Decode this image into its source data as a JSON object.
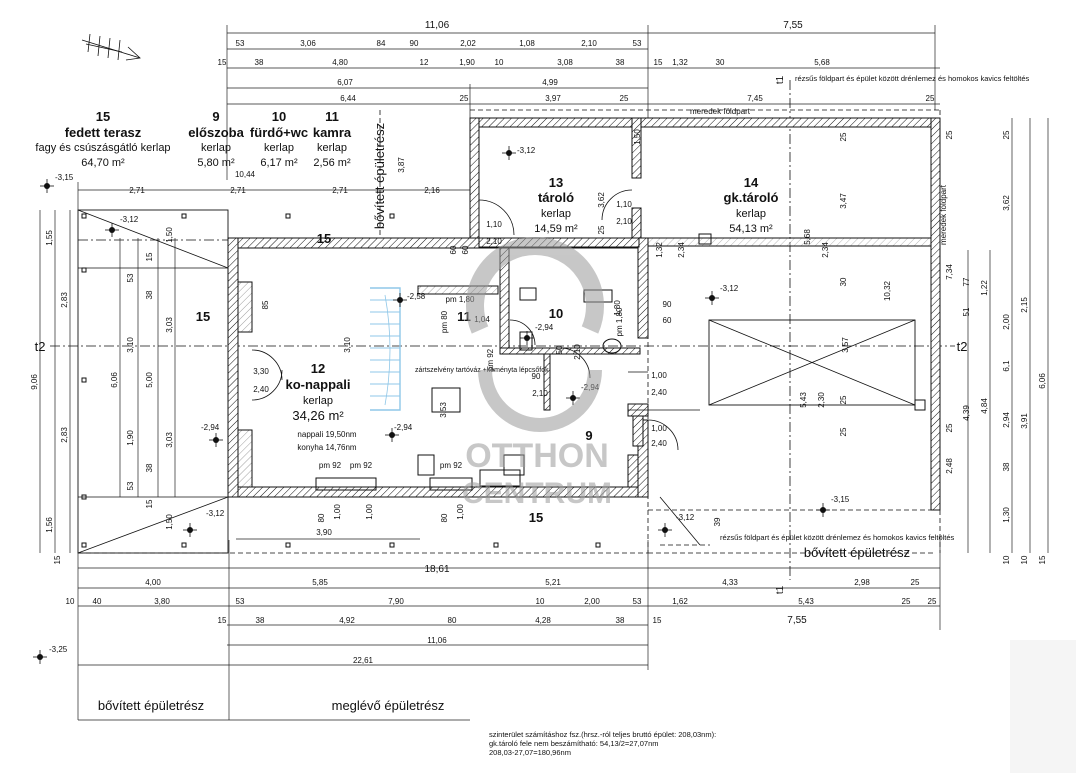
{
  "rooms": {
    "terasz": {
      "num": "15",
      "name": "fedett terasz",
      "finish": "fagy és csúszásgátló kerlap",
      "area": "64,70 m²"
    },
    "eloszoba": {
      "num": "9",
      "name": "előszoba",
      "finish": "kerlap",
      "area": "5,80 m²"
    },
    "furdo": {
      "num": "10",
      "name": "fürdő+wc",
      "finish": "kerlap",
      "area": "6,17 m²"
    },
    "kamra": {
      "num": "11",
      "name": "kamra",
      "finish": "kerlap",
      "area": "2,56 m²"
    },
    "tarolo": {
      "num": "13",
      "name": "tároló",
      "finish": "kerlap",
      "area": "14,59 m²"
    },
    "gktarolo": {
      "num": "14",
      "name": "gk.tároló",
      "finish": "kerlap",
      "area": "54,13 m²"
    },
    "nappali": {
      "num": "12",
      "name": "ko-nappali",
      "finish": "kerlap",
      "area": "34,26 m²",
      "sub1": "nappali 19,50nm",
      "sub2": "konyha 14,76nm"
    }
  },
  "plan_labels": {
    "r15a": "15",
    "r15b": "15",
    "r15c": "15",
    "r11": "11",
    "r10": "10",
    "r9": "9",
    "bovitett_vertical": "bővített épületrész",
    "bovitett_bottom_left": "bővített épületrész",
    "meglevo_bottom": "meglévő épületrész",
    "bovitett_bottom_right": "bővített épületrész",
    "meredek_top": "meredek földpart",
    "meredek_right": "meredek földpart",
    "rezsus_top": "rézsűs földpart és épület között drénlemez és homokos kavics feltöltés",
    "rezsus_bottom": "rézsűs földpart és épület között drénlemez és homokos kavics feltöltés",
    "lepcso": "zártszelvény tartóváz +kéményta lépcsőfok",
    "t1_top": "t1",
    "t1_bottom": "t1",
    "t2_left": "t2",
    "t2_right": "t2"
  },
  "levels": {
    "l315a": "-3,15",
    "l312a": "-3,12",
    "l312b": "-3,12",
    "l312c": "-3,12",
    "l312d": "-3,12",
    "l312e": "-3,12",
    "l294a": "-2,94",
    "l294b": "-2,94",
    "l294c": "-2,94",
    "l294d": "-2,94",
    "l258": "-2,58",
    "l315b": "-3,15",
    "l325": "-3,25"
  },
  "dims_top": {
    "total": "11,06",
    "right_total": "7,55",
    "row1": [
      "53",
      "3,06",
      "84",
      "90",
      "2,02",
      "1,08",
      "2,10",
      "53"
    ],
    "row2": [
      "15",
      "38",
      "4,80",
      "12",
      "1,90",
      "10",
      "3,08",
      "38",
      "15",
      "1,32",
      "30",
      "5,68"
    ],
    "row3a": "6,07",
    "row3b": "4,99",
    "row4": [
      "6,44",
      "25",
      "3,97",
      "25",
      "7,45",
      "25"
    ],
    "terrace": [
      "2,71",
      "2,71",
      "10,44",
      "2,71",
      "2,16"
    ]
  },
  "dims_bottom": {
    "row1": [
      "4,00",
      "5,85",
      "5,21",
      "4,33",
      "2,98",
      "25"
    ],
    "row2": [
      "10",
      "40",
      "3,80",
      "53",
      "7,90",
      "10",
      "2,00",
      "53",
      "1,62",
      "5,43",
      "25",
      "25"
    ],
    "row3": [
      "15",
      "38",
      "4,92",
      "80",
      "4,28",
      "38",
      "15",
      "7,55"
    ],
    "mid": "11,06",
    "overall": "22,61",
    "top_overall": "18,61",
    "door": "3,90"
  },
  "dims_left": [
    "1,55",
    "2,83",
    "9,06",
    "2,83",
    "1,56",
    "53",
    "38",
    "3,10",
    "6,06",
    "1,90",
    "38",
    "53",
    "3,03",
    "5,00",
    "3,03",
    "15",
    "15",
    "1,50",
    "1,50",
    "15"
  ],
  "dims_right": [
    "25",
    "3,62",
    "7,34",
    "10,32",
    "6,06",
    "3,91",
    "2,15",
    "2,00",
    "4,84",
    "4,39",
    "2,94",
    "1,22",
    "77",
    "6,1",
    "38",
    "10",
    "1,30",
    "10",
    "2,48",
    "51",
    "15"
  ],
  "inner_dims": [
    "1,10",
    "2,10",
    "1,10",
    "2,10",
    "3,62",
    "60",
    "60",
    "1,32",
    "2,34",
    "5,68",
    "2,34",
    "3,47",
    "30",
    "1,80",
    "1,04",
    "90",
    "60",
    "50",
    "2,10",
    "90",
    "2,10",
    "1,00",
    "2,40",
    "1,00",
    "2,40",
    "3,30",
    "2,40",
    "3,10",
    "3,53",
    "85",
    "5,43",
    "2,30",
    "3,57",
    "3,87",
    "25",
    "25",
    "25",
    "25",
    "25",
    "25",
    "1,50"
  ],
  "pm": [
    "pm 92",
    "pm 92",
    "pm 92",
    "pm 80",
    "pm 1,80",
    "pm 1,80",
    "pm 92"
  ],
  "sill": [
    "80",
    "1,00",
    "1,00",
    "80",
    "1,00",
    "39"
  ],
  "note": {
    "l1": "szinterület számításhoz fsz.(hrsz.-ról teljes bruttó épület: 208,03nm):",
    "l2": "gk.tároló fele nem beszámítható: 54,13/2=27,07nm",
    "l3": "208,03-27,07=180,96nm"
  },
  "watermark": {
    "line1": "OTTHON",
    "line2": "CENTRUM"
  },
  "colors": {
    "ink": "#111111",
    "watermark": "#9a9a9a",
    "stair": "#8fc7e8"
  }
}
